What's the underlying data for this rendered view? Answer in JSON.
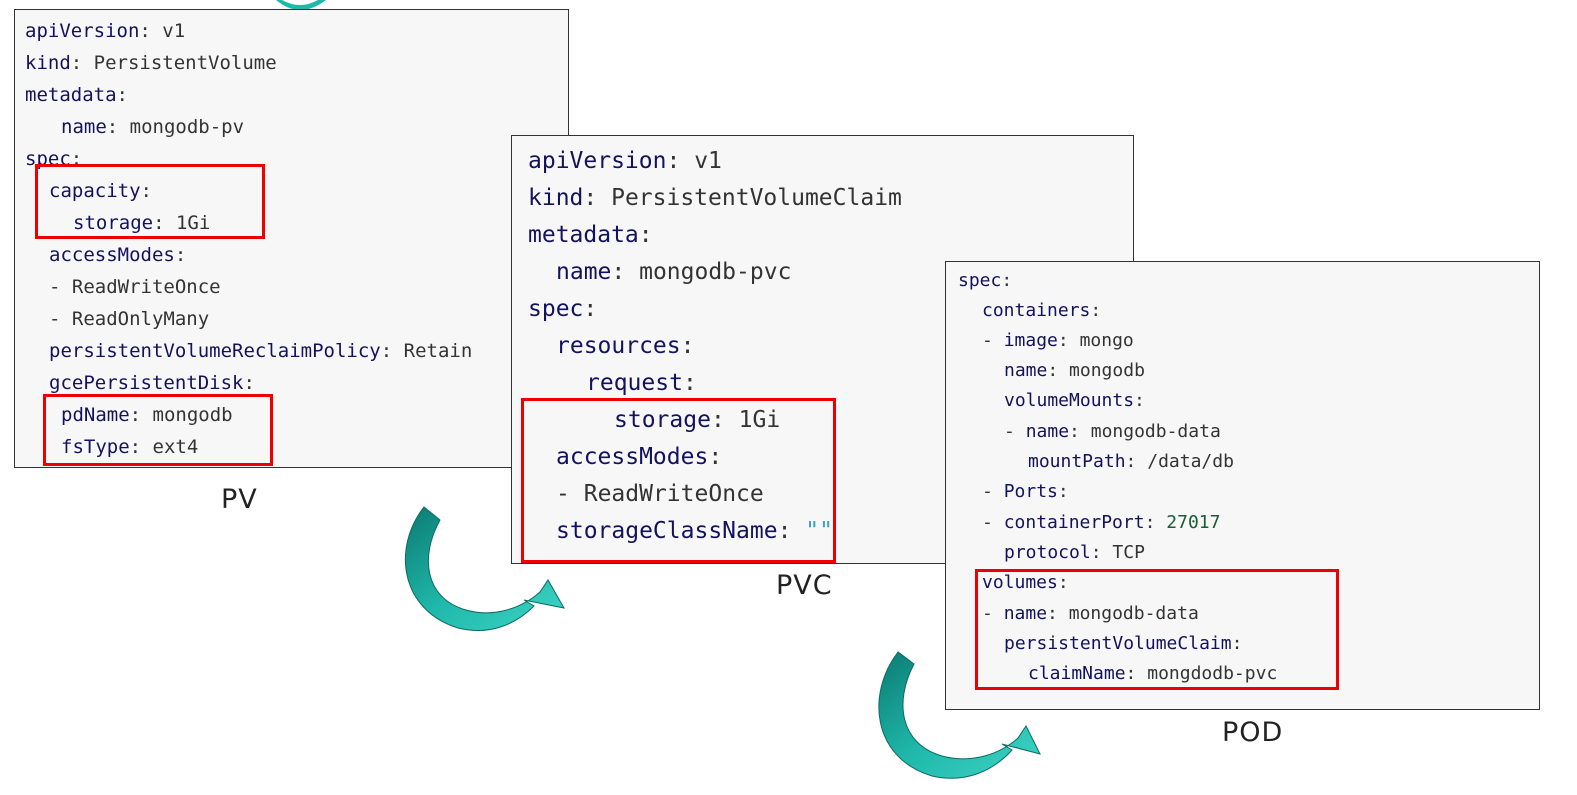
{
  "panels": {
    "pv": {
      "caption": "PV",
      "lines": [
        {
          "key": "apiVersion",
          "value": "v1"
        },
        {
          "key": "kind",
          "value": "PersistentVolume"
        },
        {
          "key": "metadata",
          "value": ""
        },
        {
          "key": "name",
          "value": "mongodb-pv"
        },
        {
          "key": "spec",
          "value": ""
        },
        {
          "key": "capacity",
          "value": ""
        },
        {
          "key": "storage",
          "value": "1Gi"
        },
        {
          "key": "accessModes",
          "value": ""
        },
        {
          "dash": "-",
          "value": "ReadWriteOnce"
        },
        {
          "dash": "-",
          "value": "ReadOnlyMany"
        },
        {
          "key": "persistentVolumeReclaimPolicy",
          "value": "Retain"
        },
        {
          "key": "gcePersistentDisk",
          "value": ""
        },
        {
          "key": "pdName",
          "value": "mongodb"
        },
        {
          "key": "fsType",
          "value": "ext4"
        }
      ]
    },
    "pvc": {
      "caption": "PVC",
      "lines": [
        {
          "key": "apiVersion",
          "value": "v1"
        },
        {
          "key": "kind",
          "value": "PersistentVolumeClaim"
        },
        {
          "key": "metadata",
          "value": ""
        },
        {
          "key": "name",
          "value": "mongodb-pvc"
        },
        {
          "key": "spec",
          "value": ""
        },
        {
          "key": "resources",
          "value": ""
        },
        {
          "key": "request",
          "value": ""
        },
        {
          "key": "storage",
          "value": "1Gi"
        },
        {
          "key": "accessModes",
          "value": ""
        },
        {
          "dash": "-",
          "value": "ReadWriteOnce"
        },
        {
          "key": "storageClassName",
          "value": "\"\""
        }
      ]
    },
    "pod": {
      "caption": "POD",
      "lines": [
        {
          "key": "spec",
          "value": ""
        },
        {
          "key": "containers",
          "value": ""
        },
        {
          "dash": "-",
          "key": "image",
          "value": "mongo"
        },
        {
          "key": "name",
          "value": "mongodb"
        },
        {
          "key": "volumeMounts",
          "value": ""
        },
        {
          "dash": "-",
          "key": "name",
          "value": "mongodb-data"
        },
        {
          "key": "mountPath",
          "value": "/data/db"
        },
        {
          "dash": "-",
          "key": "Ports",
          "value": ""
        },
        {
          "dash": "-",
          "key": "containerPort",
          "value": "27017"
        },
        {
          "key": "protocol",
          "value": "TCP"
        },
        {
          "key": "volumes",
          "value": ""
        },
        {
          "dash": "-",
          "key": "name",
          "value": "mongodb-data"
        },
        {
          "key": "persistentVolumeClaim",
          "value": ""
        },
        {
          "key": "claimName",
          "value": "mongdodb-pvc"
        }
      ]
    }
  },
  "colors": {
    "key": "#12125e",
    "value": "#333333",
    "number": "#1a5c33",
    "highlight": "#ee0000",
    "arrow": "#1fb8aa"
  }
}
